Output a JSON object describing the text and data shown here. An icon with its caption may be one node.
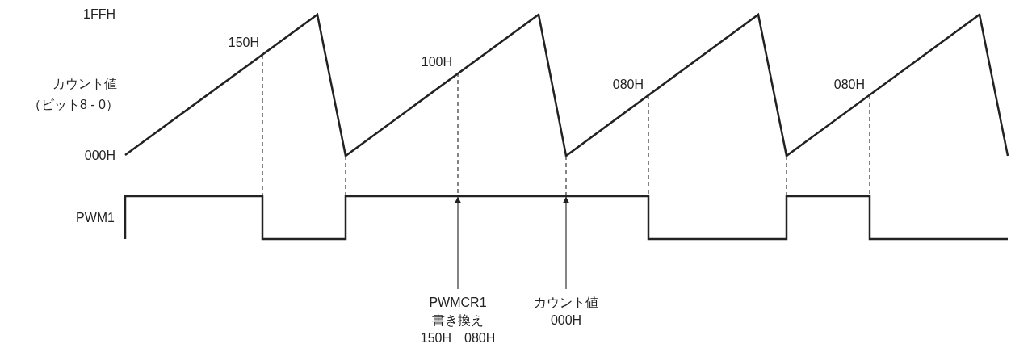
{
  "diagram": {
    "nodes": [
      {
        "text": [],
        "shape": "waveform"
      },
      {
        "text": [
          "PWMCR1",
          "書き換え",
          "150H　080H"
        ]
      },
      {
        "text": [
          "カウント値",
          "000H"
        ]
      }
    ],
    "edges": [
      {
        "from": 1,
        "to": 0,
        "arrow": "to"
      },
      {
        "from": 2,
        "to": 0,
        "arrow": "to"
      }
    ],
    "labels": [
      "1FFH",
      "150H",
      "100H",
      "080H",
      "080H",
      "カウント値",
      "（ビット8 - 0）",
      "000H",
      "PWM1"
    ]
  }
}
